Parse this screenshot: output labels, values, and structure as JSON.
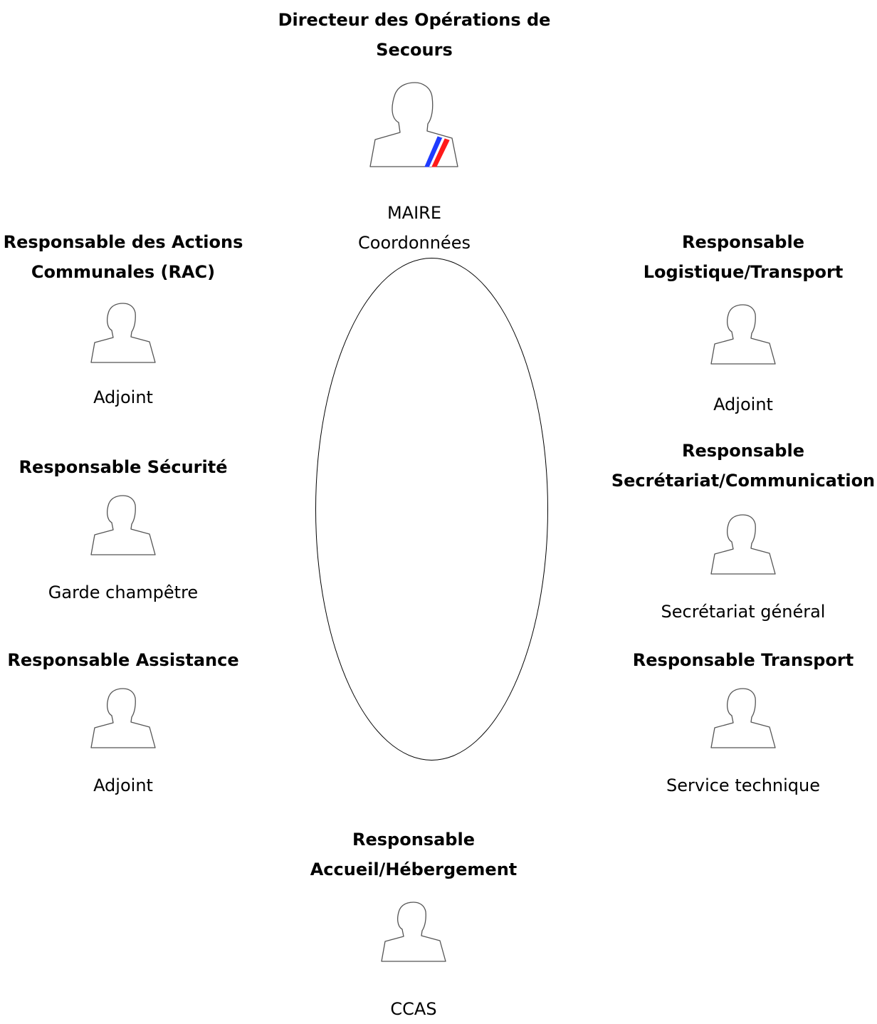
{
  "diagram": {
    "center": {
      "title": "Directeur des Opérations de\nSecours",
      "label": "MAIRE\nCoordonnées",
      "sash_colors": [
        "#1f3bff",
        "#ffffff",
        "#ff1a1a"
      ]
    },
    "roles": [
      {
        "id": "rac",
        "title": "Responsable des Actions\nCommunales (RAC)",
        "label": "Adjoint"
      },
      {
        "id": "securite",
        "title": "Responsable Sécurité",
        "label": "Garde champêtre"
      },
      {
        "id": "assistance",
        "title": "Responsable Assistance",
        "label": "Adjoint"
      },
      {
        "id": "logistique",
        "title": "Responsable\nLogistique/Transport",
        "label": "Adjoint"
      },
      {
        "id": "secretariat",
        "title": "Responsable\nSecrétariat/Communication",
        "label": "Secrétariat général"
      },
      {
        "id": "transport",
        "title": "Responsable Transport",
        "label": "Service technique"
      },
      {
        "id": "accueil",
        "title": "Responsable\nAccueil/Hébergement",
        "label": "CCAS"
      }
    ]
  }
}
